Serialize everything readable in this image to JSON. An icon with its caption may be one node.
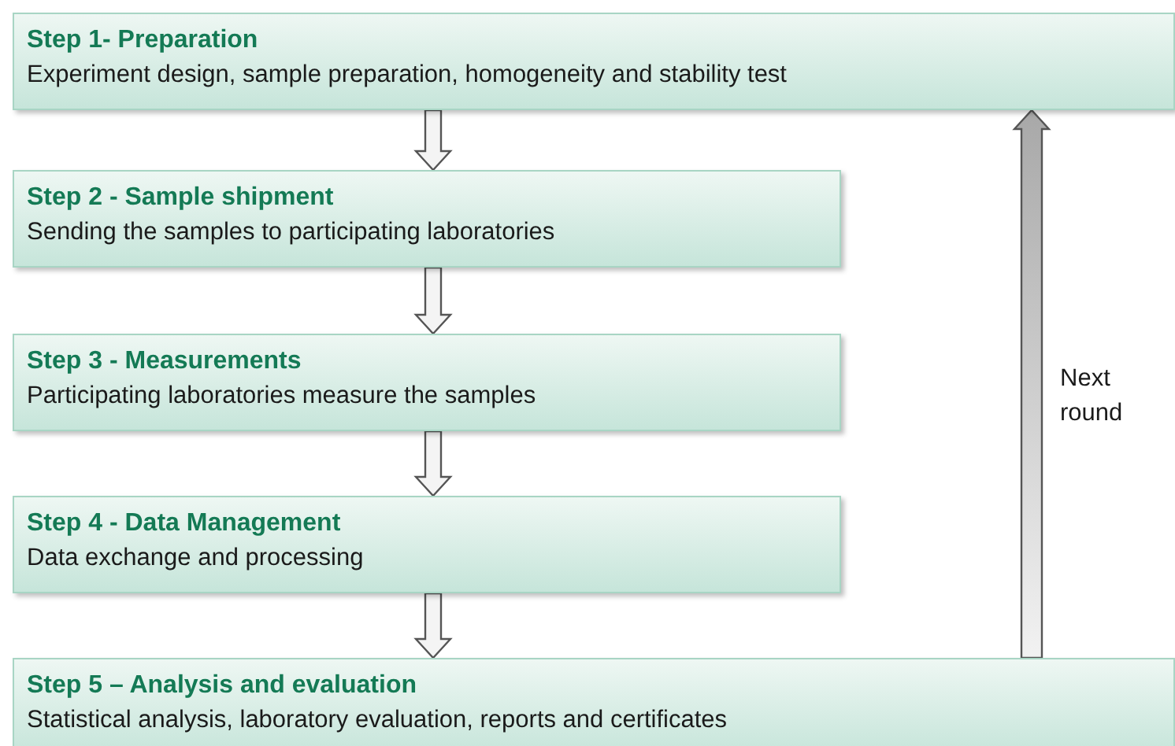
{
  "diagram": {
    "nodes": [
      {
        "text": [
          "Step 1- Preparation",
          "Experiment design, sample preparation, homogeneity and stability test"
        ]
      },
      {
        "text": [
          "Step 2 - Sample shipment",
          "Sending the samples to participating laboratories"
        ]
      },
      {
        "text": [
          "Step 3 - Measurements",
          "Participating laboratories measure the samples"
        ]
      },
      {
        "text": [
          "Step 4 - Data Management",
          "Data exchange and processing"
        ]
      },
      {
        "text": [
          "Step 5 – Analysis and evaluation",
          "Statistical analysis, laboratory evaluation, reports and certificates"
        ]
      }
    ],
    "edges": [
      {
        "from": 0,
        "to": 1,
        "arrow": "to"
      },
      {
        "from": 1,
        "to": 2,
        "arrow": "to"
      },
      {
        "from": 2,
        "to": 3,
        "arrow": "to"
      },
      {
        "from": 3,
        "to": 4,
        "arrow": "to"
      },
      {
        "from": 4,
        "to": 0,
        "arrow": "to",
        "label": "Next round",
        "style": "thick"
      }
    ]
  }
}
